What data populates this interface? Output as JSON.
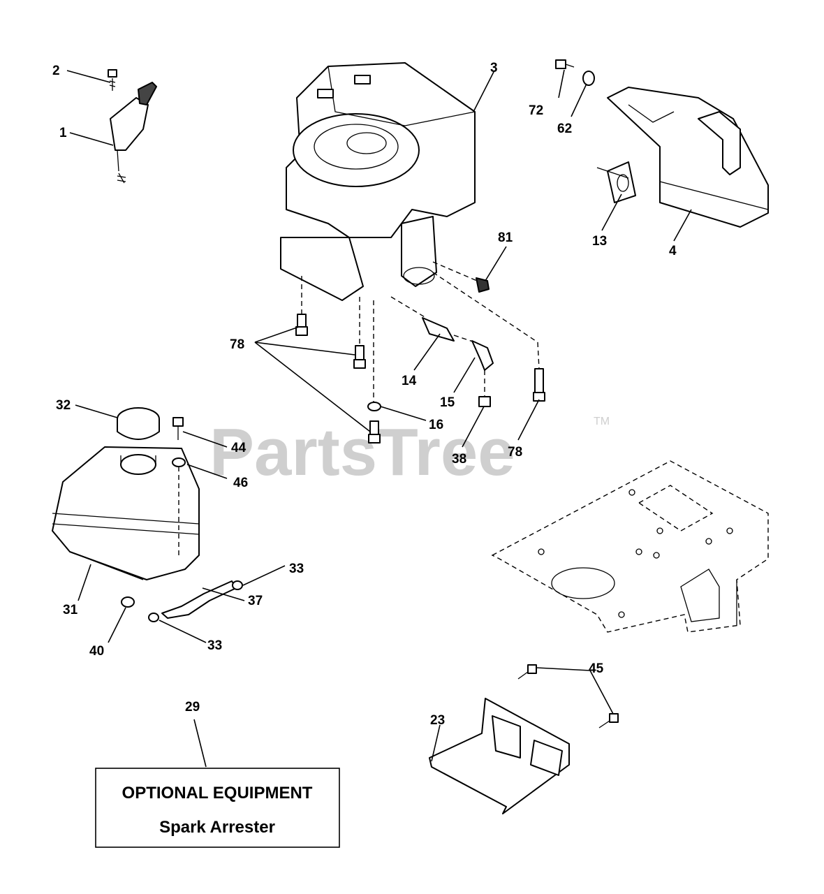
{
  "watermark": {
    "text": "PartsTree",
    "tm": "TM"
  },
  "callouts": {
    "c1": "1",
    "c2": "2",
    "c3": "3",
    "c4": "4",
    "c13": "13",
    "c14": "14",
    "c15": "15",
    "c16": "16",
    "c23": "23",
    "c29": "29",
    "c31": "31",
    "c32": "32",
    "c33a": "33",
    "c33b": "33",
    "c37": "37",
    "c38": "38",
    "c40": "40",
    "c44": "44",
    "c45": "45",
    "c46": "46",
    "c62": "62",
    "c72": "72",
    "c78a": "78",
    "c78b": "78",
    "c81": "81"
  },
  "optional_box": {
    "line1": "OPTIONAL EQUIPMENT",
    "line2": "Spark Arrester"
  }
}
